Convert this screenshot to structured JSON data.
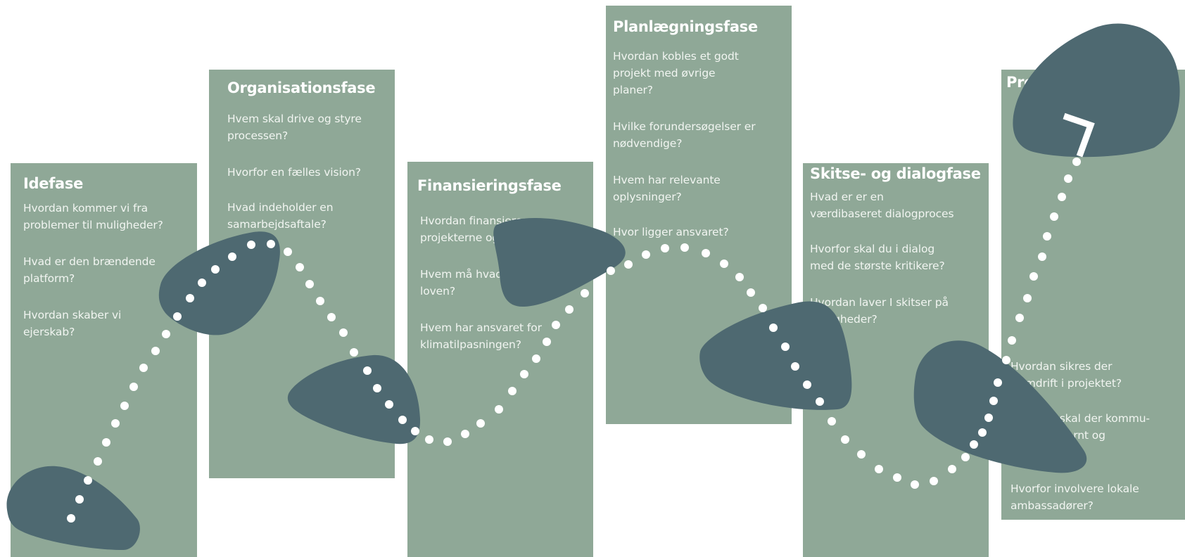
{
  "colors": {
    "panel": "#8fa897",
    "blob": "#4e6971",
    "dots": "#ffffff",
    "text": "#ffffff"
  },
  "phases": [
    {
      "title": "Idefase",
      "questions": [
        "Hvordan kommer vi fra\nproblemer til muligheder?",
        "Hvad er den brændende\nplatform?",
        "Hvordan skaber vi\nejerskab?"
      ]
    },
    {
      "title": "Organisationsfase",
      "questions": [
        "Hvem skal drive og styre\nprocessen?",
        "Hvorfor en fælles vision?",
        "Hvad indeholder en\nsamarbejdsaftale?"
      ]
    },
    {
      "title": "Finansieringsfase",
      "questions": [
        "Hvordan finansieres\nprojekterne og af hvem?",
        "Hvem må hvad ifølge\nloven?",
        "Hvem har ansvaret for\nklimatilpasningen?"
      ]
    },
    {
      "title": "Planlægningsfase",
      "questions": [
        "Hvordan kobles et godt\nprojekt med øvrige\nplaner?",
        "Hvilke forundersøgelser er\nnødvendige?",
        "Hvem har relevante\noplysninger?",
        "Hvor ligger ansvaret?"
      ]
    },
    {
      "title": "Skitse- og dialogfase",
      "questions": [
        "Hvad er er en\nværdibaseret dialogproces",
        "Hvorfor skal du i dialog\nmed de største kritikere?",
        "Hvordan laver I skitser på\nmuligheder?"
      ]
    },
    {
      "title": "Projektfase",
      "questions": [
        "Hvordan sikres der\nfremdrift i projektet?",
        "Hvordan skal der kommu-\nnikeres internt og\neksternt?",
        "Hvorfor involvere lokale\nambassadører?"
      ]
    }
  ]
}
